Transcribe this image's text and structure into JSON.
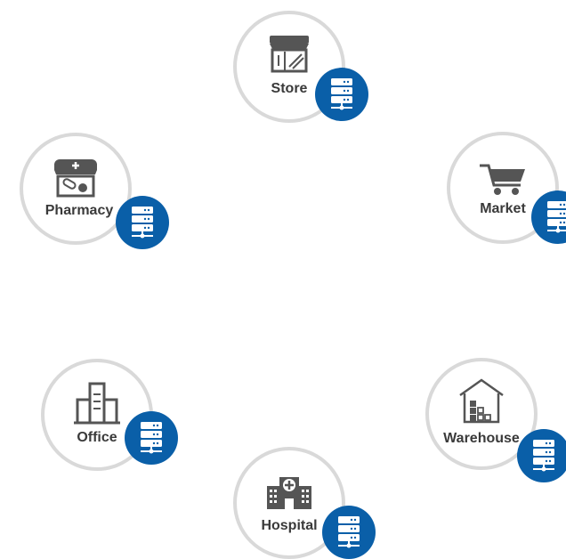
{
  "nodes": [
    {
      "id": "store",
      "label": "Store",
      "icon": "storefront-icon"
    },
    {
      "id": "pharmacy",
      "label": "Pharmacy",
      "icon": "pharmacy-icon"
    },
    {
      "id": "market",
      "label": "Market",
      "icon": "shopping-cart-icon"
    },
    {
      "id": "office",
      "label": "Office",
      "icon": "office-building-icon"
    },
    {
      "id": "warehouse",
      "label": "Warehouse",
      "icon": "warehouse-icon"
    },
    {
      "id": "hospital",
      "label": "Hospital",
      "icon": "hospital-icon"
    }
  ],
  "badge_icon": "server-icon",
  "colors": {
    "badge": "#0a5fa8",
    "ring": "#d9d9d9",
    "icon": "#555555",
    "label": "#3a3a3a"
  }
}
